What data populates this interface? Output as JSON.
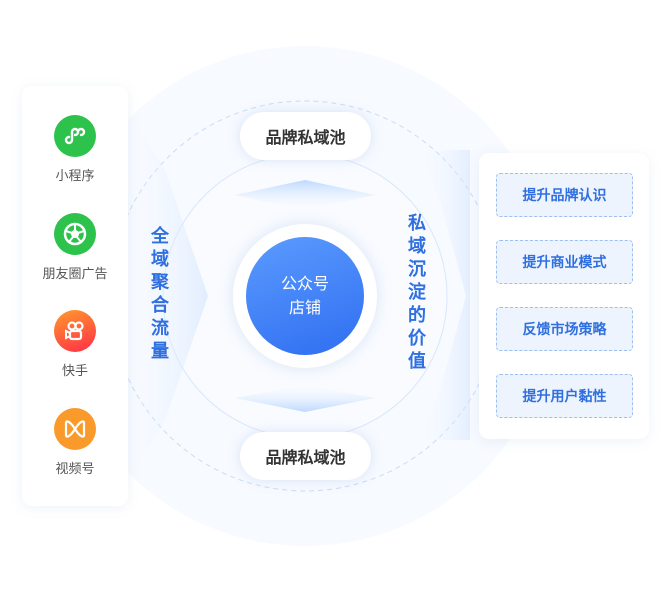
{
  "channels": [
    {
      "label": "小程序",
      "icon": "mini-program-icon",
      "color": "#2dc24c"
    },
    {
      "label": "朋友圈广告",
      "icon": "moments-icon",
      "color": "#2dc24c"
    },
    {
      "label": "快手",
      "icon": "kuaishou-icon",
      "color": "#ff4d2e"
    },
    {
      "label": "视频号",
      "icon": "channels-icon",
      "color": "#fa9a2a"
    }
  ],
  "left_caption": "全域聚合流量",
  "right_caption": "私域沉淀的价值",
  "pool_top": "品牌私域池",
  "pool_bottom": "品牌私域池",
  "core": {
    "line1": "公众号",
    "line2": "店铺"
  },
  "values": [
    "提升品牌认识",
    "提升商业模式",
    "反馈市场策略",
    "提升用户黏性"
  ],
  "accent": "#2f6fe0"
}
